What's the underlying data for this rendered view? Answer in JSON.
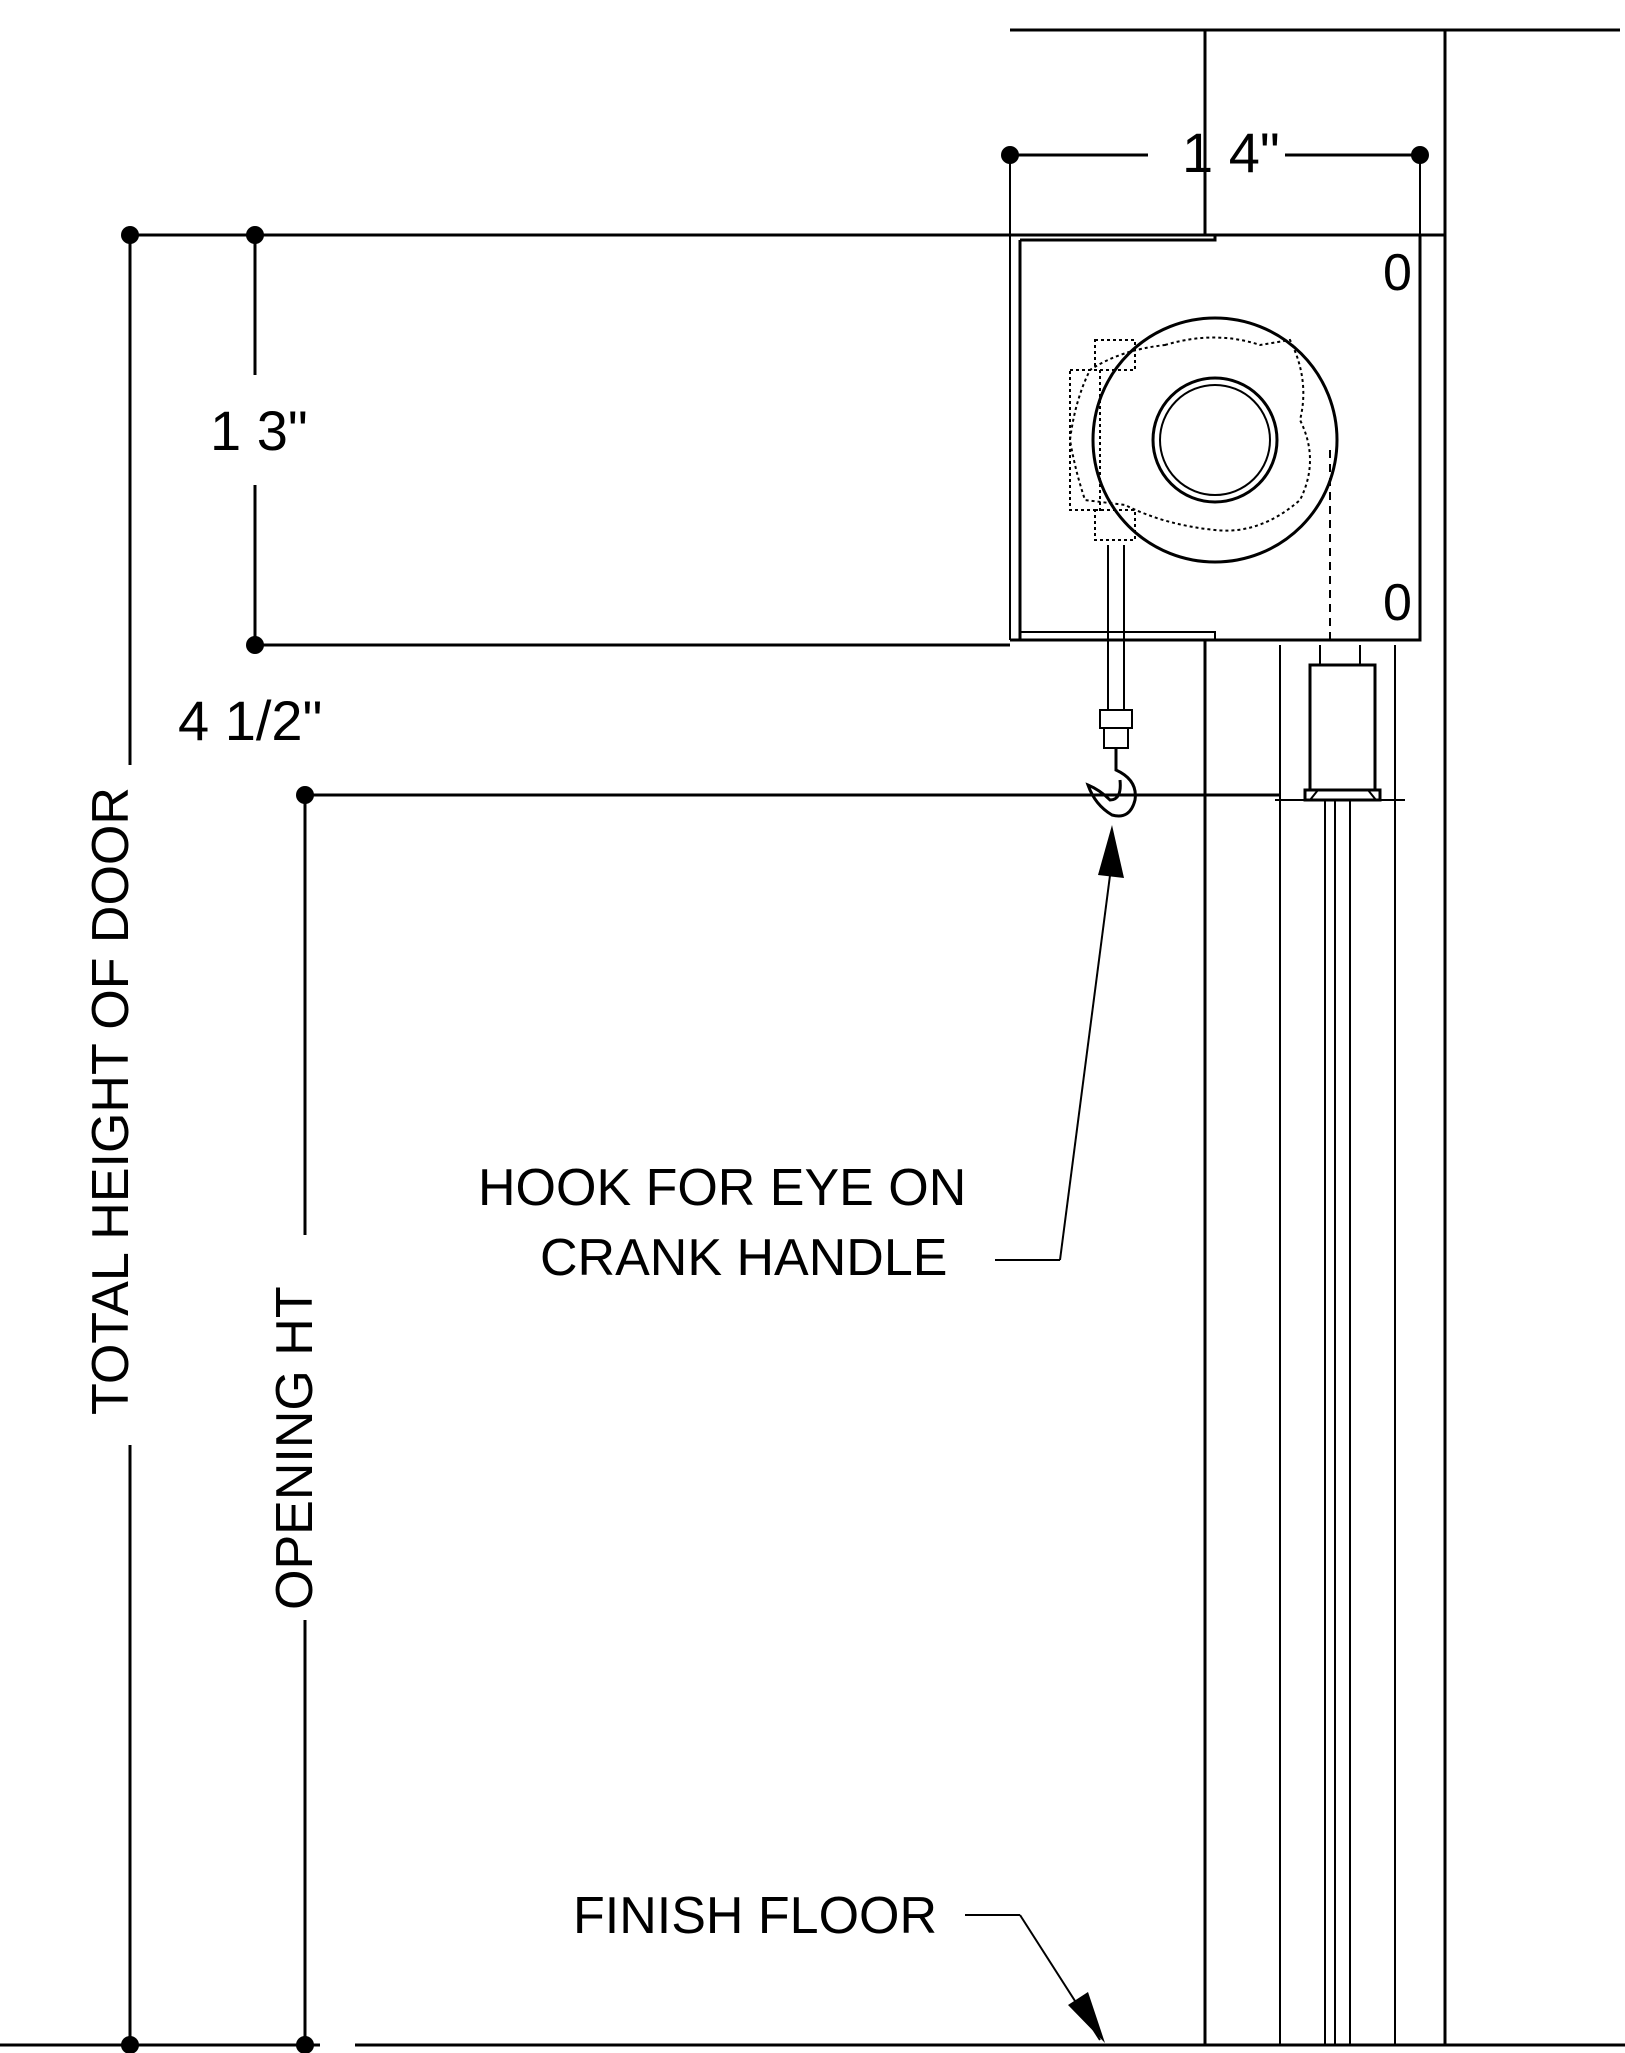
{
  "dimensions": {
    "width_14": "1 4\"",
    "height_13": "1 3\"",
    "offset_4_half": "4 1/2\""
  },
  "labels": {
    "total_height": "TOTAL HEIGHT OF DOOR",
    "opening_height": "OPENING HT",
    "hook_line1": "HOOK FOR EYE ON",
    "hook_line2": "CRANK HANDLE",
    "finish_floor": "FINISH FLOOR"
  },
  "housing_marks": {
    "upper": "0",
    "lower": "0"
  }
}
